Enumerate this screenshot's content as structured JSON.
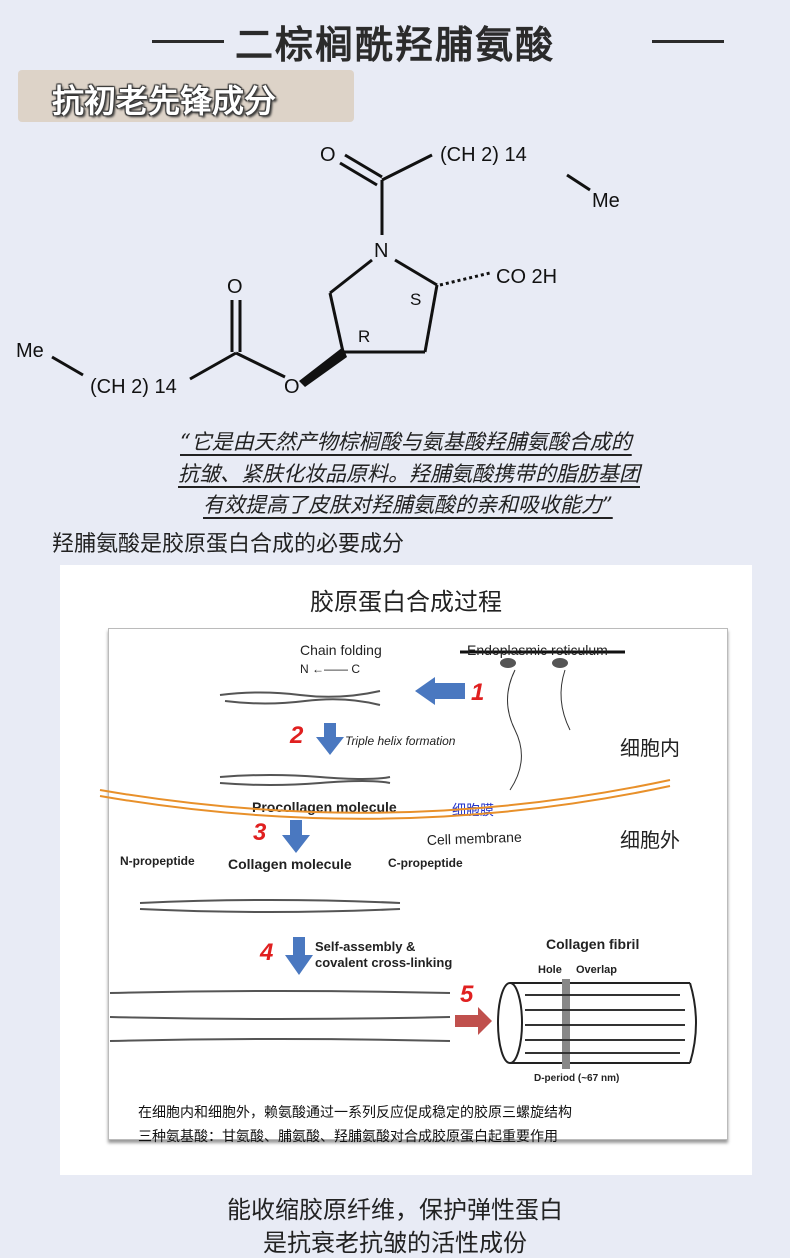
{
  "title": "二棕榈酰羟脯氨酸",
  "badge": "抗初老先锋成分",
  "molecule": {
    "ch2_top": "(CH 2) 14",
    "me_top": "Me",
    "o_top": "O",
    "n": "N",
    "s": "S",
    "r": "R",
    "co2h": "CO 2H",
    "o_left": "O",
    "o_ring": "O",
    "me_left": "Me",
    "ch2_left": "(CH 2) 14"
  },
  "quote": [
    "“它是由天然产物棕榈酸与氨基酸羟脯氨酸合成的",
    "抗皱、紧肤化妆品原料。羟脯氨酸携带的脂肪基团",
    "有效提高了皮肤对羟脯氨酸的亲和吸收能力”"
  ],
  "subtitle": "羟脯氨酸是胶原蛋白合成的必要成分",
  "diagram": {
    "title": "胶原蛋白合成过程",
    "chain_folding": "Chain folding",
    "n_c": "N ←—— C",
    "er": "Endoplasmic reticulum",
    "steps": [
      "1",
      "2",
      "3",
      "4",
      "5"
    ],
    "triple_helix": "Triple helix formation",
    "procollagen": "Procollagen molecule",
    "membrane_cn": "细胞膜",
    "membrane_en": "Cell membrane",
    "inside": "细胞内",
    "outside": "细胞外",
    "n_propeptide": "N-propeptide",
    "collagen_molecule": "Collagen molecule",
    "c_propeptide": "C-propeptide",
    "self_assembly": "Self-assembly &",
    "crosslinking": "covalent cross-linking",
    "fibril": "Collagen fibril",
    "hole": "Hole",
    "overlap": "Overlap",
    "d_period": "D-period (~67 nm)",
    "caption": [
      "在细胞内和细胞外，赖氨酸通过一系列反应促成稳定的胶原三螺旋结构",
      "三种氨基酸：甘氨酸、脯氨酸、羟脯氨酸对合成胶原蛋白起重要作用"
    ]
  },
  "bottom": [
    "能收缩胶原纤维，保护弹性蛋白",
    "是抗衰老抗皱的活性成份"
  ]
}
